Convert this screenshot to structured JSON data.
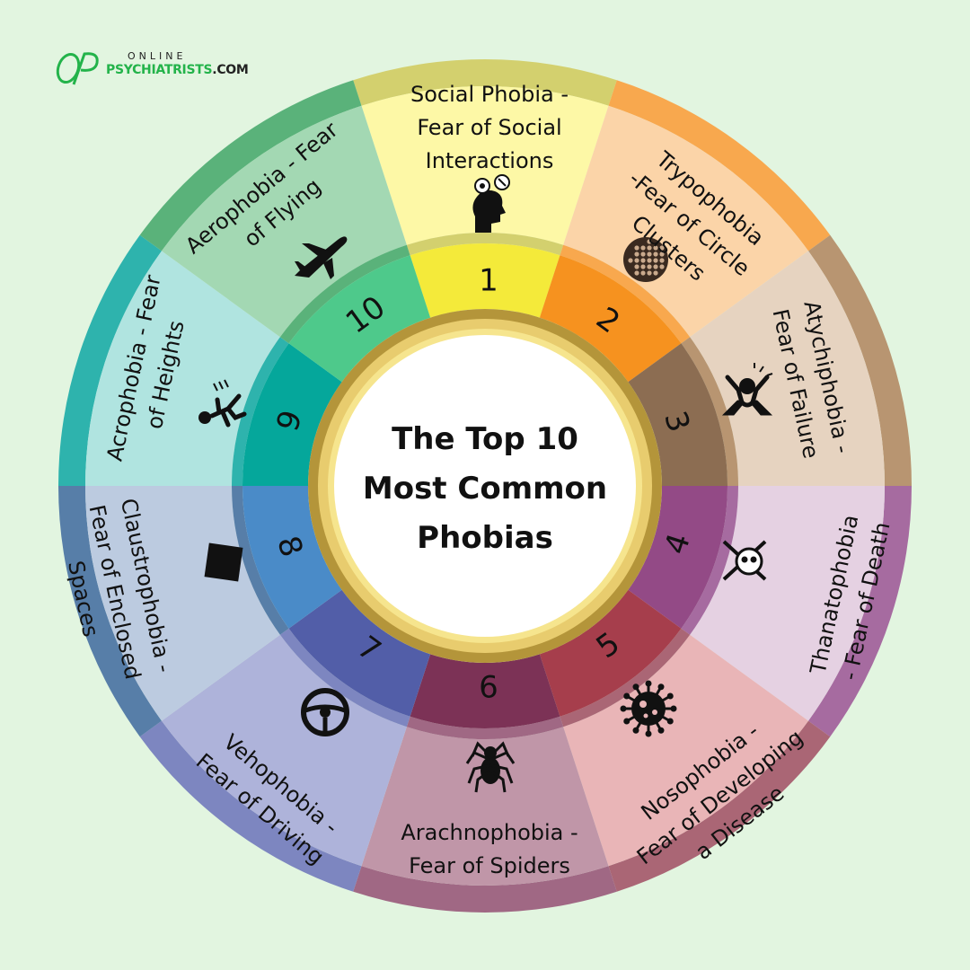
{
  "logo": {
    "top": "ONLINE",
    "brand": "PSYCHIATRISTS",
    "suffix": ".COM"
  },
  "title_lines": [
    "The Top 10",
    "Most Common",
    "Phobias"
  ],
  "segments": [
    {
      "number": "1",
      "lines": [
        "Social Phobia -",
        "Fear of Social",
        "Interactions"
      ],
      "outer": "#d3d06e",
      "middle": "#fdf8a6",
      "inner": "#f4ea3a",
      "icon": "brain-icon"
    },
    {
      "number": "2",
      "lines": [
        "Trypophobia",
        "-Fear of Circle",
        "Clusters"
      ],
      "outer": "#f8a84e",
      "middle": "#fbd4a8",
      "inner": "#f6921f",
      "icon": "circle-cluster-icon"
    },
    {
      "number": "3",
      "lines": [
        "Atychiphobia -",
        "Fear of Failure"
      ],
      "outer": "#b89571",
      "middle": "#e6d3c0",
      "inner": "#8c6d52",
      "icon": "failure-icon"
    },
    {
      "number": "4",
      "lines": [
        "Thanatophobia",
        "- Fear of Death"
      ],
      "outer": "#a66ba0",
      "middle": "#e5d1e2",
      "inner": "#934a86",
      "icon": "skull-icon"
    },
    {
      "number": "5",
      "lines": [
        "Nosophobia -",
        "Fear of Developing",
        "a Disease"
      ],
      "outer": "#aa6675",
      "middle": "#e9b5b7",
      "inner": "#a63e4c",
      "icon": "virus-icon"
    },
    {
      "number": "6",
      "lines": [
        "Arachnophobia -",
        "Fear of Spiders"
      ],
      "outer": "#a06884",
      "middle": "#c096a8",
      "inner": "#7c3256",
      "icon": "spider-icon"
    },
    {
      "number": "7",
      "lines": [
        "Vehophobia -",
        "Fear of Driving"
      ],
      "outer": "#7d86c0",
      "middle": "#aeb3da",
      "inner": "#525ea8",
      "icon": "steering-wheel-icon"
    },
    {
      "number": "8",
      "lines": [
        "Claustrophobia -",
        "Fear of Enclosed",
        "Spaces"
      ],
      "outer": "#577ea8",
      "middle": "#bccbe0",
      "inner": "#4a8bc8",
      "icon": "square-icon"
    },
    {
      "number": "9",
      "lines": [
        "Acrophobia - Fear",
        "of Heights"
      ],
      "outer": "#2eb3ad",
      "middle": "#b0e4e0",
      "inner": "#05a79b",
      "icon": "falling-person-icon"
    },
    {
      "number": "10",
      "lines": [
        "Aerophobia - Fear",
        "of Flying"
      ],
      "outer": "#5ab27a",
      "middle": "#a3d8b3",
      "inner": "#4ec98b",
      "icon": "airplane-icon"
    }
  ]
}
